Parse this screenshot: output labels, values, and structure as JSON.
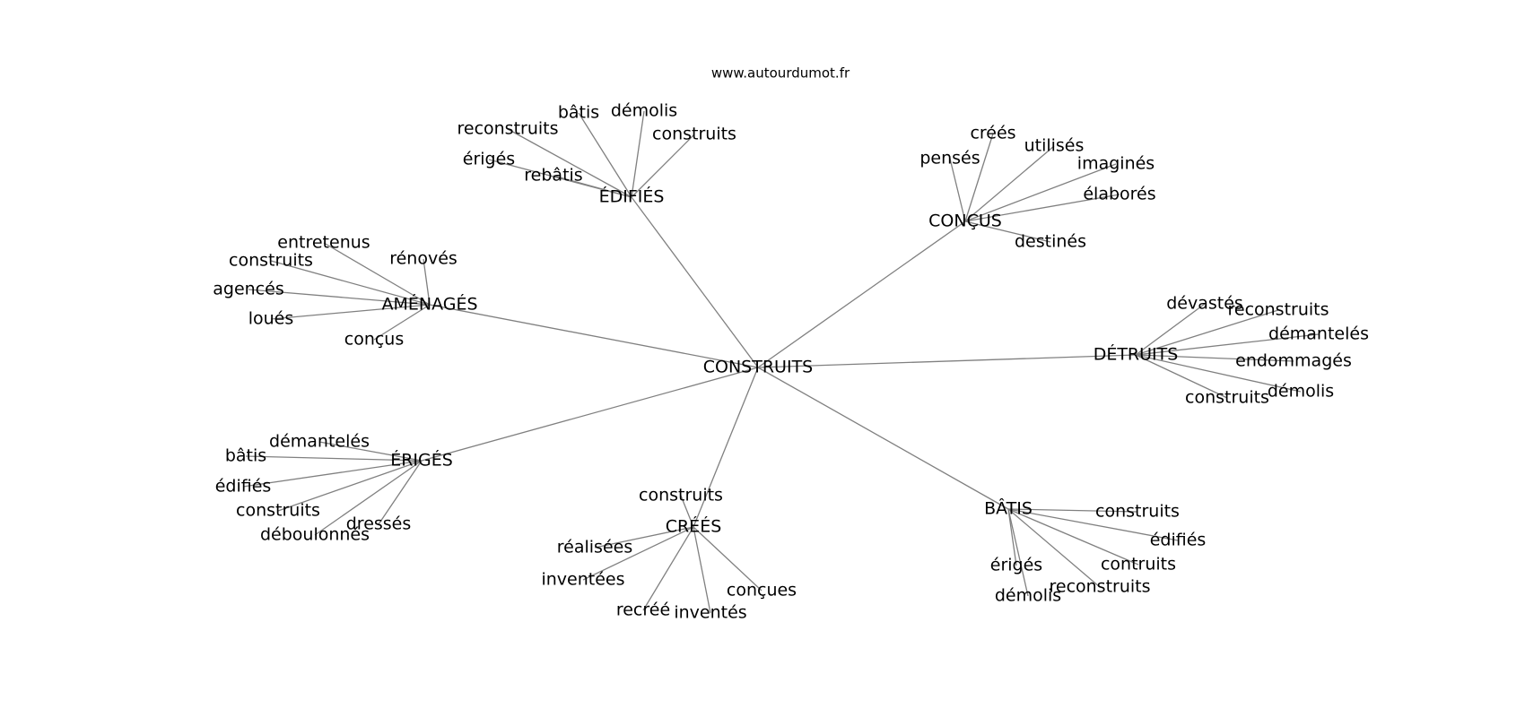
{
  "source": "www.autourdumot.fr",
  "root": "CONSTRUITS",
  "clusters": [
    {
      "label": "ÉDIFIÉS",
      "words": [
        "reconstruits",
        "bâtis",
        "démolis",
        "construits",
        "érigés",
        "rebâtis"
      ]
    },
    {
      "label": "CONÇUS",
      "words": [
        "créés",
        "utilisés",
        "pensés",
        "imaginés",
        "élaborés",
        "destinés"
      ]
    },
    {
      "label": "AMÉNAGÉS",
      "words": [
        "entretenus",
        "construits",
        "rénovés",
        "agencés",
        "loués",
        "conçus"
      ]
    },
    {
      "label": "DÉTRUITS",
      "words": [
        "dévastés",
        "reconstruits",
        "démantelés",
        "endommagés",
        "construits",
        "démolis"
      ]
    },
    {
      "label": "ÉRIGÉS",
      "words": [
        "démantelés",
        "bâtis",
        "édifiés",
        "construits",
        "déboulonnés",
        "dressés"
      ]
    },
    {
      "label": "CRÉÉS",
      "words": [
        "construits",
        "réalisées",
        "inventées",
        "recréé",
        "inventés",
        "conçues"
      ]
    },
    {
      "label": "BÂTIS",
      "words": [
        "construits",
        "édifiés",
        "érigés",
        "contruits",
        "démolis",
        "reconstruits"
      ]
    }
  ]
}
